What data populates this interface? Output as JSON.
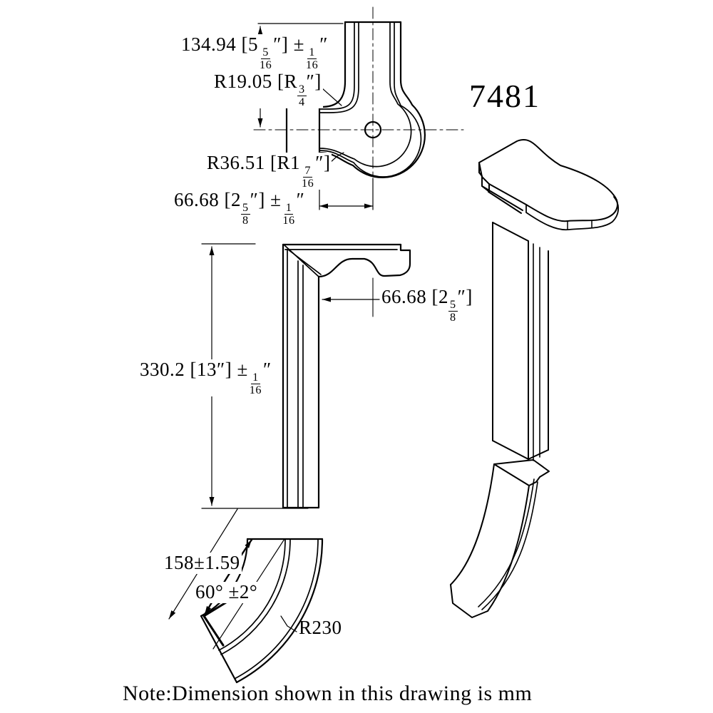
{
  "document": {
    "part_number": "7481",
    "note": "Note:Dimension shown in this drawing is mm",
    "units": "mm"
  },
  "colors": {
    "line": "#000000",
    "background": "#ffffff"
  },
  "views": {
    "top_plan_view": {
      "description_labels": {
        "overall_height": {
          "tokens": [
            {
              "t": "134.94 [5"
            },
            {
              "n": "5",
              "d": "16"
            },
            {
              "t": "″] ±"
            },
            {
              "n": "1",
              "d": "16"
            },
            {
              "t": "″"
            }
          ]
        },
        "fillet_radius_top": {
          "tokens": [
            {
              "t": "R19.05 [R"
            },
            {
              "n": "3",
              "d": "4"
            },
            {
              "t": "″]"
            }
          ]
        },
        "fillet_radius_bottom": {
          "tokens": [
            {
              "t": "R36.51 [R1"
            },
            {
              "n": "7",
              "d": "16"
            },
            {
              "t": "″]"
            }
          ]
        },
        "width": {
          "tokens": [
            {
              "t": "66.68 [2"
            },
            {
              "n": "5",
              "d": "8"
            },
            {
              "t": "″] ±"
            },
            {
              "n": "1",
              "d": "16"
            },
            {
              "t": "″"
            }
          ]
        }
      }
    },
    "front_view": {
      "description_labels": {
        "height": {
          "tokens": [
            {
              "t": "330.2 [13″] ±"
            },
            {
              "n": "1",
              "d": "16"
            },
            {
              "t": "″"
            }
          ]
        },
        "cap_width": {
          "tokens": [
            {
              "t": "66.68 [2"
            },
            {
              "n": "5",
              "d": "8"
            },
            {
              "t": "″]"
            }
          ]
        }
      }
    },
    "curved_section_view": {
      "description_labels": {
        "arc_length": {
          "tokens": [
            {
              "t": "158±1.59"
            }
          ]
        },
        "bend_angle": {
          "tokens": [
            {
              "t": "60° ±2°"
            }
          ]
        },
        "bend_radius": {
          "tokens": [
            {
              "t": "R230"
            }
          ]
        }
      }
    }
  }
}
